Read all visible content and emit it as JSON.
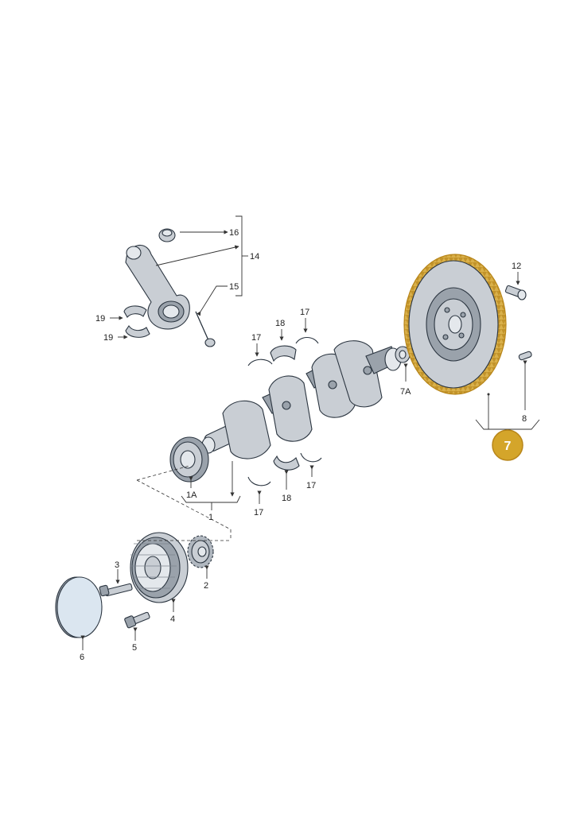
{
  "labels": {
    "l1": "1",
    "l1a": "1A",
    "l2": "2",
    "l3": "3",
    "l4": "4",
    "l5": "5",
    "l6": "6",
    "l7": "7",
    "l7a": "7A",
    "l8": "8",
    "l12": "12",
    "l14": "14",
    "l15": "15",
    "l16": "16",
    "l17": "17",
    "l18": "18",
    "l19": "19"
  },
  "colors": {
    "highlight": "#d4a52a",
    "highlight_stroke": "#b8861a",
    "part_fill": "#c9ced4",
    "part_shadow": "#9aa2ab",
    "outline": "#2b3540"
  },
  "highlighted_part": "7"
}
